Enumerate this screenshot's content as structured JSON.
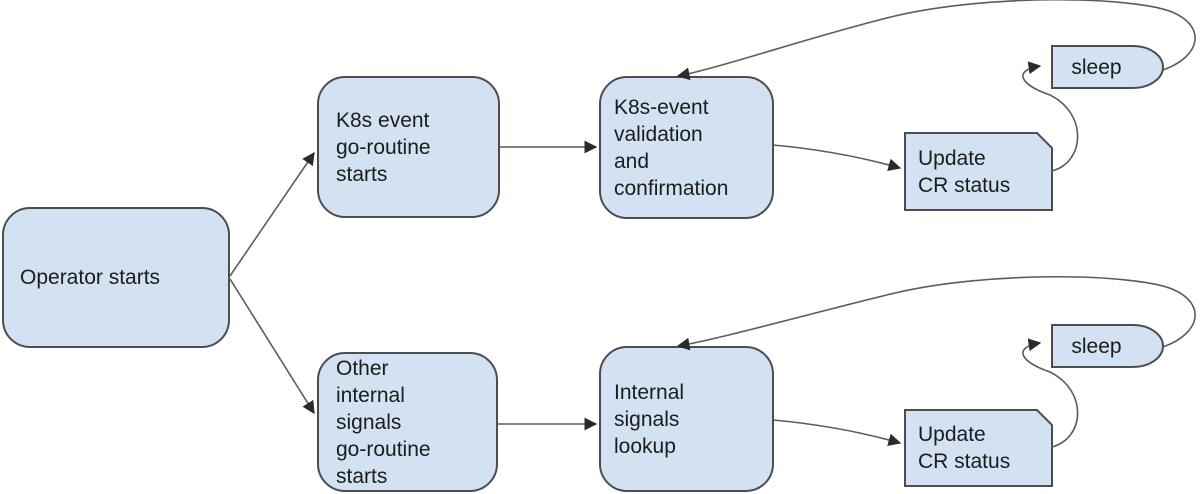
{
  "diagram": {
    "type": "flowchart",
    "colors": {
      "node_fill": "#d3e2f3",
      "node_stroke": "#4d4d4d",
      "connector": "#5c5c5c",
      "arrowhead": "#2b2b2b",
      "text": "#1c1c1c",
      "background": "#ffffff"
    },
    "nodes": [
      {
        "id": "operator-starts",
        "shape": "rounded-rectangle",
        "label": "Operator starts"
      },
      {
        "id": "k8s-event-go-routine-starts",
        "shape": "rounded-rectangle",
        "label": "K8s event\ngo-routine\nstarts"
      },
      {
        "id": "k8s-event-validation-and-confirmation",
        "shape": "rounded-rectangle",
        "label": "K8s-event\nvalidation\nand\nconfirmation"
      },
      {
        "id": "update-cr-status-1",
        "shape": "card",
        "label": "Update\nCR status"
      },
      {
        "id": "sleep-1",
        "shape": "delay",
        "label": "sleep"
      },
      {
        "id": "other-internal-signals-go-routine-starts",
        "shape": "rounded-rectangle",
        "label": "Other\ninternal\nsignals\ngo-routine\nstarts"
      },
      {
        "id": "internal-signals-lookup",
        "shape": "rounded-rectangle",
        "label": "Internal\nsignals\nlookup"
      },
      {
        "id": "update-cr-status-2",
        "shape": "card",
        "label": "Update\nCR status"
      },
      {
        "id": "sleep-2",
        "shape": "delay",
        "label": "sleep"
      }
    ],
    "edges": [
      {
        "from": "operator-starts",
        "to": "k8s-event-go-routine-starts"
      },
      {
        "from": "operator-starts",
        "to": "other-internal-signals-go-routine-starts"
      },
      {
        "from": "k8s-event-go-routine-starts",
        "to": "k8s-event-validation-and-confirmation"
      },
      {
        "from": "k8s-event-validation-and-confirmation",
        "to": "update-cr-status-1"
      },
      {
        "from": "update-cr-status-1",
        "to": "sleep-1"
      },
      {
        "from": "sleep-1",
        "to": "k8s-event-validation-and-confirmation"
      },
      {
        "from": "other-internal-signals-go-routine-starts",
        "to": "internal-signals-lookup"
      },
      {
        "from": "internal-signals-lookup",
        "to": "update-cr-status-2"
      },
      {
        "from": "update-cr-status-2",
        "to": "sleep-2"
      },
      {
        "from": "sleep-2",
        "to": "internal-signals-lookup"
      }
    ]
  }
}
